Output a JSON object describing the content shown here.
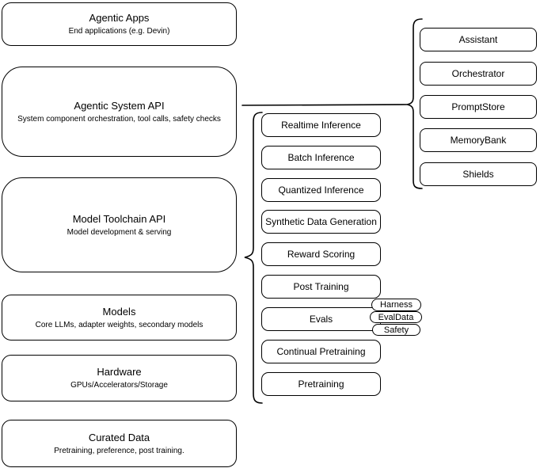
{
  "stack_layers": [
    {
      "title": "Agentic Apps",
      "subtitle": "End applications (e.g. Devin)"
    },
    {
      "title": "Agentic System API",
      "subtitle": "System component orchestration, tool calls, safety checks"
    },
    {
      "title": "Model Toolchain API",
      "subtitle": "Model development & serving"
    },
    {
      "title": "Models",
      "subtitle": "Core LLMs, adapter weights, secondary models"
    },
    {
      "title": "Hardware",
      "subtitle": "GPUs/Accelerators/Storage"
    },
    {
      "title": "Curated Data",
      "subtitle": "Pretraining, preference, post training."
    }
  ],
  "toolchain": {
    "services": [
      "Realtime Inference",
      "Batch Inference",
      "Quantized Inference",
      "Synthetic Data Generation",
      "Reward Scoring",
      "Post Training",
      "Evals",
      "Continual Pretraining",
      "Pretraining"
    ],
    "eval_tags": [
      "Harness",
      "EvalData",
      "Safety"
    ]
  },
  "agentic_components": {
    "items": [
      "Assistant",
      "Orchestrator",
      "PromptStore",
      "MemoryBank",
      "Shields"
    ]
  },
  "colors": {
    "stroke": "#000000",
    "fill": "#ffffff",
    "text": "#000000"
  }
}
